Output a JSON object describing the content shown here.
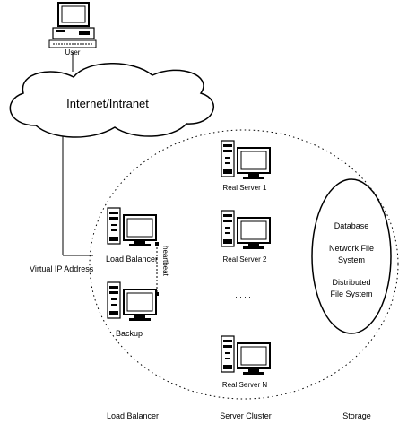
{
  "nodes": {
    "user": "User",
    "internet": "Internet/Intranet",
    "virtual_ip": "Virtual IP Address",
    "load_balancer": "Load Balancer",
    "backup": "Backup",
    "heartbeat": "heartbeat",
    "real_server_1": "Real Server 1",
    "real_server_2": "Real Server 2",
    "ellipsis": ". . . .",
    "real_server_n": "Real Server N"
  },
  "storage": {
    "database": "Database",
    "nfs_line1": "Network File",
    "nfs_line2": "System",
    "dfs_line1": "Distributed",
    "dfs_line2": "File System"
  },
  "sections": {
    "load_balancer": "Load Balancer",
    "server_cluster": "Server Cluster",
    "storage": "Storage"
  }
}
